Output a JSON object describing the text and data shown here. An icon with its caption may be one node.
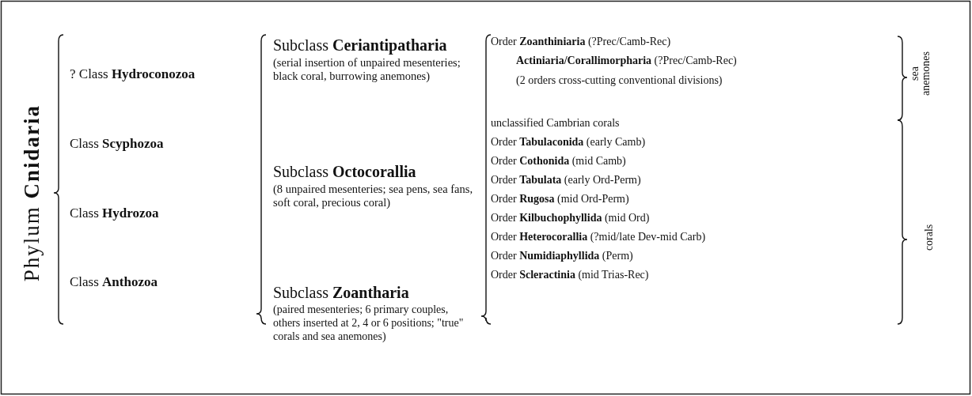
{
  "diagram": {
    "labels": [
      "Phylum **Cnidaria**",
      "? Class **Hydroconozoa**",
      "Class **Scyphozoa**",
      "Class **Hydrozoa**",
      "Class **Anthozoa**",
      "Subclass **Ceriantipatharia**",
      "(serial insertion of unpaired mesenteries; black coral, burrowing anemones)",
      "Subclass **Octocorallia**",
      "(8 unpaired mesenteries; sea pens, sea fans, soft coral, precious coral)",
      "Subclass **Zoantharia**",
      "(paired mesenteries; 6 primary couples, others inserted at 2, 4 or 6 positions; \"true\" corals and sea anemones)",
      "Order **Zoanthiniaria** (?Prec/Camb-Rec)",
      "**Actiniaria/Corallimorpharia** (?Prec/Camb-Rec)",
      "(2 orders cross-cutting conventional divisions)",
      "unclassified Cambrian corals",
      "Order **Tabulaconida** (early Camb)",
      "Order **Cothonida** (mid Camb)",
      "Order **Tabulata** (early Ord-Perm)",
      "Order **Rugosa** (mid Ord-Perm)",
      "Order **Kilbuchophyllida** (mid Ord)",
      "Order **Heterocorallia** (?mid/late Dev-mid Carb)",
      "Order **Numidiaphyllida** (Perm)",
      "Order **Scleractinia** (mid Trias-Rec)",
      "sea anemones",
      "corals"
    ]
  }
}
